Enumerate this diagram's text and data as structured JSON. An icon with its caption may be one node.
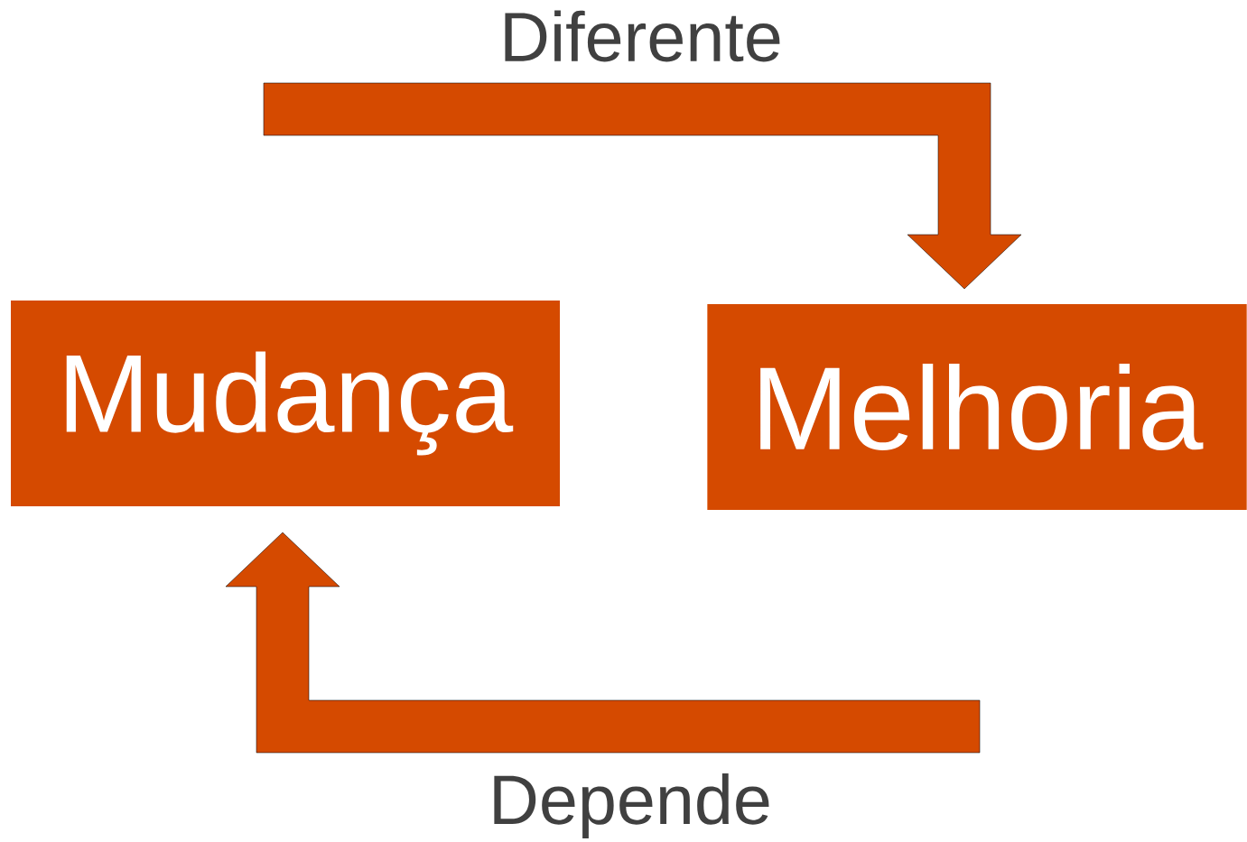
{
  "diagram": {
    "nodes": [
      {
        "text": [
          "Mudança"
        ]
      },
      {
        "text": [
          "Melhoria"
        ]
      }
    ],
    "edges": [
      {
        "from": null,
        "to": 1,
        "arrow": "to",
        "label": "Diferente"
      },
      {
        "from": null,
        "to": 0,
        "arrow": "to",
        "label": "Depende"
      }
    ]
  }
}
